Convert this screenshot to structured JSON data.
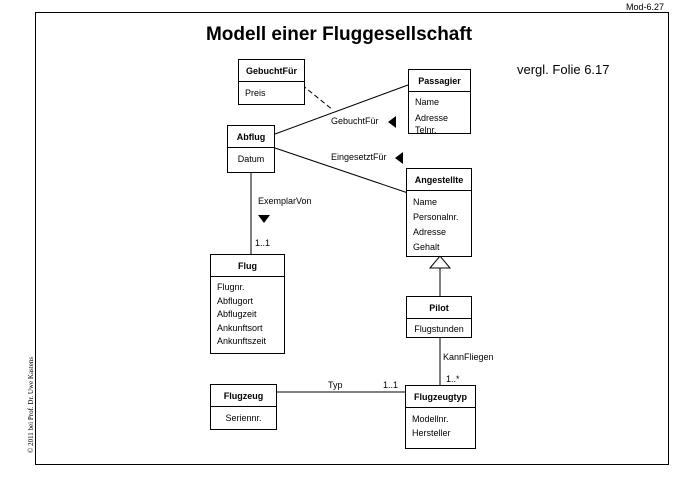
{
  "slide_id": "Mod-6.27",
  "title": "Modell einer Fluggesellschaft",
  "reference": "vergl. Folie 6.17",
  "copyright": "© 2011 bei Prof. Dr. Uwe Kastens",
  "classes": {
    "gebuchtfuer": {
      "name": "GebuchtFür",
      "attributes": [
        "Preis"
      ]
    },
    "passagier": {
      "name": "Passagier",
      "attributes": [
        "Name",
        "Adresse",
        "Telnr."
      ]
    },
    "abflug": {
      "name": "Abflug",
      "attributes": [
        "Datum"
      ]
    },
    "angestellte": {
      "name": "Angestellte",
      "attributes": [
        "Name",
        "Personalnr.",
        "Adresse",
        "Gehalt"
      ]
    },
    "flug": {
      "name": "Flug",
      "attributes": [
        "Flugnr.",
        "Abflugort",
        "Abflugzeit",
        "Ankunftsort",
        "Ankunftszeit"
      ]
    },
    "pilot": {
      "name": "Pilot",
      "attributes": [
        "Flugstunden"
      ]
    },
    "flugzeug": {
      "name": "Flugzeug",
      "attributes": [
        "Seriennr."
      ]
    },
    "flugzeugtyp": {
      "name": "Flugzeugtyp",
      "attributes": [
        "Modellnr.",
        "Hersteller"
      ]
    }
  },
  "associations": {
    "gebucht_fuer": "GebuchtFür",
    "eingesetzt_fuer": "EingesetztFür",
    "exemplar_von": "ExemplarVon",
    "exemplar_von_mult": "1..1",
    "kann_fliegen": "KannFliegen",
    "kann_fliegen_mult": "1..*",
    "typ": "Typ",
    "typ_mult": "1..1"
  }
}
